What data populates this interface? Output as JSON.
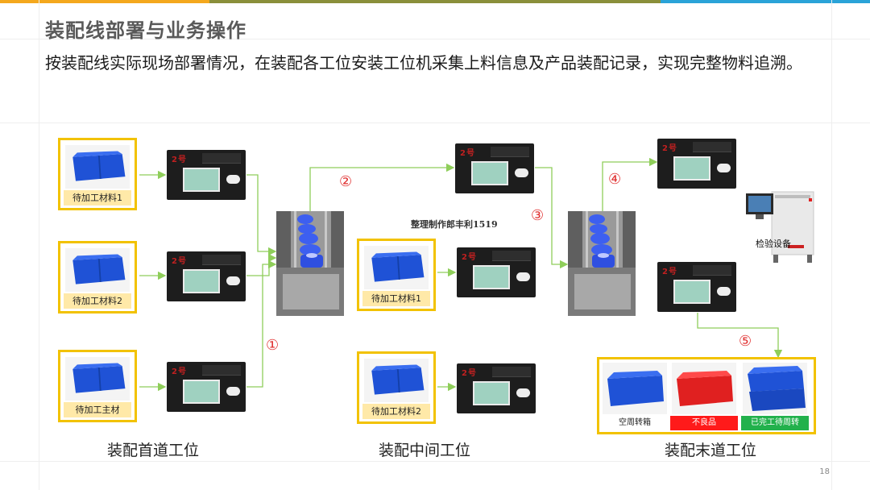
{
  "header": {
    "title": "装配线部署与业务操作",
    "description": "按装配线实际现场部署情况，在装配各工位安装工位机采集上料信息及产品装配记录，实现完整物料追溯。"
  },
  "watermark": "整理制作郎丰利1519",
  "page_number": "18",
  "stations": {
    "first": "装配首道工位",
    "middle": "装配中间工位",
    "last": "装配末道工位"
  },
  "bins": {
    "first_1": "待加工材料1",
    "first_2": "待加工材料2",
    "first_main": "待加工主材",
    "middle_1": "待加工材料1",
    "middle_2": "待加工材料2"
  },
  "terminal_tag": "2号",
  "steps": [
    "①",
    "②",
    "③",
    "④",
    "⑤"
  ],
  "inspection_label": "检验设备",
  "end_items": [
    {
      "label": "空周转箱",
      "color": "#ffffff"
    },
    {
      "label": "不良品",
      "color": "#ff1a1a"
    },
    {
      "label": "已完工待周转",
      "color": "#22b14c"
    }
  ],
  "colors": {
    "flow_line": "#8fce5a",
    "highlight_border": "#f2c200",
    "step_number": "#e03030",
    "bin_blue": "#1f52d6"
  }
}
